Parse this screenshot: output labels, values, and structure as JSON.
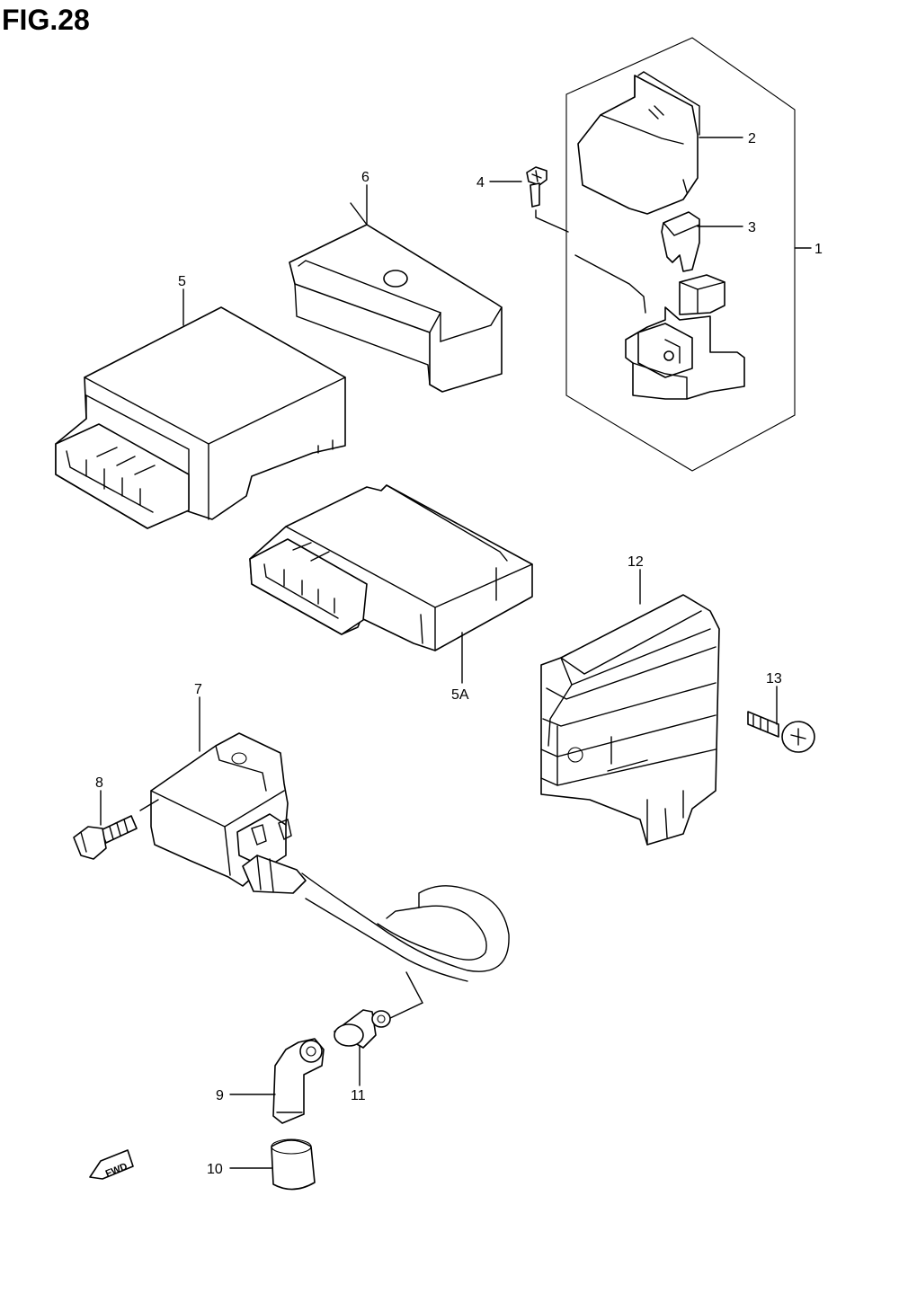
{
  "figure": {
    "title": "FIG.28"
  },
  "callouts": [
    {
      "id": "c1",
      "text": "1"
    },
    {
      "id": "c2",
      "text": "2"
    },
    {
      "id": "c3",
      "text": "3"
    },
    {
      "id": "c4",
      "text": "4"
    },
    {
      "id": "c5",
      "text": "5"
    },
    {
      "id": "c5a",
      "text": "5A"
    },
    {
      "id": "c6",
      "text": "6"
    },
    {
      "id": "c7",
      "text": "7"
    },
    {
      "id": "c8",
      "text": "8"
    },
    {
      "id": "c9",
      "text": "9"
    },
    {
      "id": "c10",
      "text": "10"
    },
    {
      "id": "c11",
      "text": "11"
    },
    {
      "id": "c12",
      "text": "12"
    },
    {
      "id": "c13",
      "text": "13"
    }
  ],
  "direction_marker": {
    "text": "FWD"
  }
}
